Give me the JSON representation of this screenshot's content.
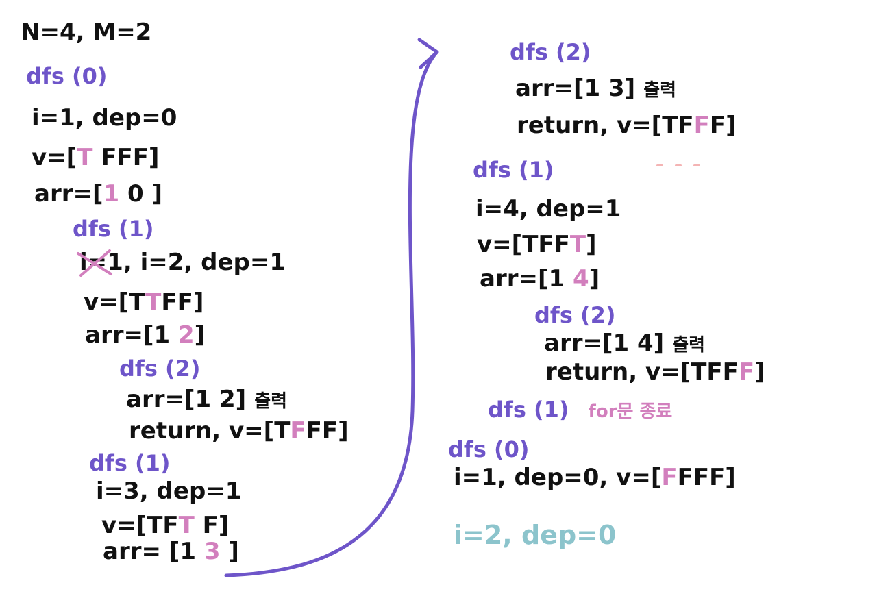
{
  "colors": {
    "ink": "#111111",
    "call": "#6e55c9",
    "highlight": "#d27fbd",
    "pending": "#8cc4cc",
    "arrow": "#6e55c9"
  },
  "header": "N=4, M=2",
  "left": {
    "dfs0": {
      "call": "dfs (0)",
      "line1": "i=1, dep=0",
      "v_pre": "v=[",
      "v_hi": "T",
      "v_post": " FFF]",
      "arr_pre": "arr=[",
      "arr_hi": "1",
      "arr_post": " 0 ]"
    },
    "dfs1a": {
      "call": "dfs (1)",
      "crossed": "i=1",
      "line1": ", i=2, dep=1",
      "v_pre": "v=[T",
      "v_hi": "T",
      "v_post": "FF]",
      "arr_pre": "arr=[1 ",
      "arr_hi": "2",
      "arr_post": "]"
    },
    "dfs2a": {
      "call": "dfs (2)",
      "arr_line": "arr=[1 2]",
      "print_note": "출력",
      "ret_pre": "return, v=[T",
      "ret_hi": "F",
      "ret_post": "FF]"
    },
    "dfs1b": {
      "call": "dfs (1)",
      "line1": "i=3, dep=1",
      "v_pre": "v=[TF",
      "v_hi": "T",
      "v_post": " F]",
      "arr_pre": "arr= [1 ",
      "arr_hi": "3",
      "arr_post": " ]"
    }
  },
  "right": {
    "dfs2b": {
      "call": "dfs (2)",
      "arr_line": "arr=[1 3]",
      "print_note": "출력",
      "ret_pre": "return, v=[TF",
      "ret_hi": "F",
      "ret_post": "F]"
    },
    "dfs1c": {
      "call": "dfs (1)",
      "line1": "i=4, dep=1",
      "v_pre": "v=[TFF",
      "v_hi": "T",
      "v_post": "]",
      "arr_pre": "arr=[1 ",
      "arr_hi": "4",
      "arr_post": "]"
    },
    "dfs2c": {
      "call": "dfs (2)",
      "arr_line": "arr=[1 4]",
      "print_note": "출력",
      "ret_pre": "return, v=[TFF",
      "ret_hi": "F",
      "ret_post": "]"
    },
    "dfs1end": {
      "call": "dfs (1)",
      "note": "for문 종료"
    },
    "dfs0b": {
      "call": "dfs (0)",
      "line_pre": "i=1, dep=0, v=[",
      "line_hi": "F",
      "line_post": "FFF]",
      "next": "i=2, dep=0"
    }
  }
}
